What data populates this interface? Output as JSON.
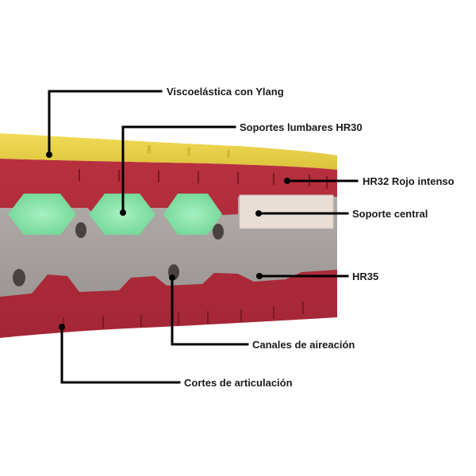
{
  "labels": {
    "viscoelastica": "Viscoelástica con Ylang",
    "soportes_lumbares": "Soportes lumbares HR30",
    "hr32": "HR32 Rojo intenso",
    "soporte_central": "Soporte central",
    "hr35": "HR35",
    "canales": "Canales de aireación",
    "cortes": "Cortes de articulación"
  },
  "colors": {
    "yellow_layer": "#e9d248",
    "red_layer": "#b22c3c",
    "gray_core": "#a8a3a0",
    "lumbar_green": "#8fe3ad",
    "central_support": "#e8ded6",
    "hole": "#4a4240",
    "leader": "#000000"
  }
}
